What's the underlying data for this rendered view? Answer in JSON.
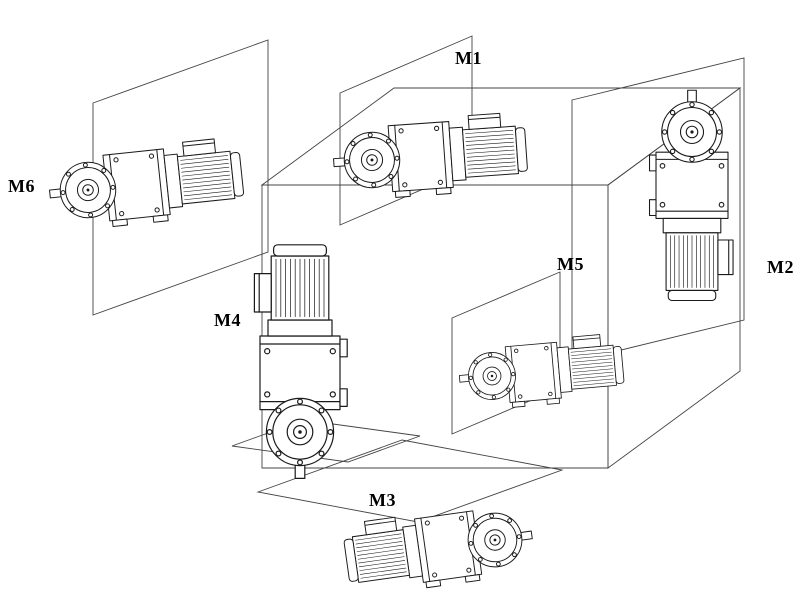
{
  "diagram": {
    "colors": {
      "background": "#ffffff",
      "line": "#1a1a1a",
      "construction_line": "#444444"
    },
    "labels": [
      {
        "id": "m1",
        "text": "M1"
      },
      {
        "id": "m2",
        "text": "M2"
      },
      {
        "id": "m3",
        "text": "M3"
      },
      {
        "id": "m4",
        "text": "M4"
      },
      {
        "id": "m5",
        "text": "M5"
      },
      {
        "id": "m6",
        "text": "M6"
      }
    ]
  }
}
